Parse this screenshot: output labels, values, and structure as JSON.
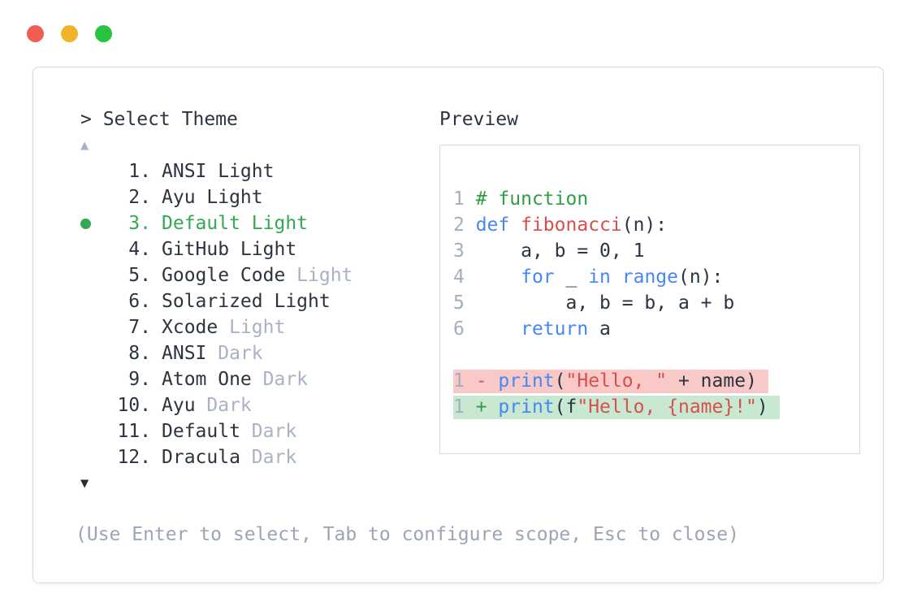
{
  "window": {
    "traffic_lights": [
      {
        "name": "close-button",
        "color": "#f25d52"
      },
      {
        "name": "minimize-button",
        "color": "#f0b429"
      },
      {
        "name": "zoom-button",
        "color": "#27c440"
      }
    ]
  },
  "theme_picker": {
    "prompt": "> Select Theme",
    "scroll_up_icon": "▲",
    "scroll_down_icon": "▼",
    "items": [
      {
        "num": "1.",
        "selected": false,
        "parts": [
          {
            "text": "ANSI Light",
            "style": "normal"
          }
        ]
      },
      {
        "num": "2.",
        "selected": false,
        "parts": [
          {
            "text": "Ayu Light",
            "style": "normal"
          }
        ]
      },
      {
        "num": "3.",
        "selected": true,
        "parts": [
          {
            "text": "Default Light",
            "style": "selected"
          }
        ]
      },
      {
        "num": "4.",
        "selected": false,
        "parts": [
          {
            "text": "GitHub Light",
            "style": "normal"
          }
        ]
      },
      {
        "num": "5.",
        "selected": false,
        "parts": [
          {
            "text": "Google Code ",
            "style": "normal"
          },
          {
            "text": "Light",
            "style": "muted"
          }
        ]
      },
      {
        "num": "6.",
        "selected": false,
        "parts": [
          {
            "text": "Solarized Light",
            "style": "normal"
          }
        ]
      },
      {
        "num": "7.",
        "selected": false,
        "parts": [
          {
            "text": "Xcode ",
            "style": "normal"
          },
          {
            "text": "Light",
            "style": "muted"
          }
        ]
      },
      {
        "num": "8.",
        "selected": false,
        "parts": [
          {
            "text": "ANSI ",
            "style": "normal"
          },
          {
            "text": "Dark",
            "style": "muted"
          }
        ]
      },
      {
        "num": "9.",
        "selected": false,
        "parts": [
          {
            "text": "Atom One ",
            "style": "normal"
          },
          {
            "text": "Dark",
            "style": "muted"
          }
        ]
      },
      {
        "num": "10.",
        "selected": false,
        "parts": [
          {
            "text": "Ayu ",
            "style": "normal"
          },
          {
            "text": "Dark",
            "style": "muted"
          }
        ]
      },
      {
        "num": "11.",
        "selected": false,
        "parts": [
          {
            "text": "Default ",
            "style": "normal"
          },
          {
            "text": "Dark",
            "style": "muted"
          }
        ]
      },
      {
        "num": "12.",
        "selected": false,
        "parts": [
          {
            "text": "Dracula ",
            "style": "normal"
          },
          {
            "text": "Dark",
            "style": "muted"
          }
        ]
      }
    ],
    "hint": "(Use Enter to select, Tab to configure scope, Esc to close)"
  },
  "preview": {
    "title": "Preview",
    "code_lines": [
      {
        "num": "1",
        "tokens": [
          [
            "# function",
            "comment"
          ]
        ]
      },
      {
        "num": "2",
        "tokens": [
          [
            "def",
            "keyword"
          ],
          [
            " ",
            "plain"
          ],
          [
            "fibonacci",
            "func"
          ],
          [
            "(n):",
            "plain"
          ]
        ]
      },
      {
        "num": "3",
        "tokens": [
          [
            "    a, b = 0, 1",
            "plain"
          ]
        ]
      },
      {
        "num": "4",
        "tokens": [
          [
            "    ",
            "plain"
          ],
          [
            "for",
            "keyword"
          ],
          [
            " _ ",
            "plain"
          ],
          [
            "in",
            "keyword"
          ],
          [
            " ",
            "plain"
          ],
          [
            "range",
            "keyword"
          ],
          [
            "(n):",
            "plain"
          ]
        ]
      },
      {
        "num": "5",
        "tokens": [
          [
            "        a, b = b, a + b",
            "plain"
          ]
        ]
      },
      {
        "num": "6",
        "tokens": [
          [
            "    ",
            "plain"
          ],
          [
            "return",
            "keyword"
          ],
          [
            " a",
            "plain"
          ]
        ]
      }
    ],
    "diff_lines": [
      {
        "num": "1",
        "sign": "-",
        "kind": "removed",
        "tokens": [
          [
            "print",
            "keyword"
          ],
          [
            "(",
            "plain"
          ],
          [
            "\"Hello, \"",
            "string"
          ],
          [
            " + name)",
            "plain"
          ]
        ]
      },
      {
        "num": "1",
        "sign": "+",
        "kind": "added",
        "tokens": [
          [
            "print",
            "keyword"
          ],
          [
            "(f",
            "plain"
          ],
          [
            "\"Hello, {name}!\"",
            "string"
          ],
          [
            ")",
            "plain"
          ]
        ]
      }
    ]
  },
  "colors": {
    "text_dark": "#2b3440",
    "text_muted": "#a9b2c4",
    "hint_gray": "#9aa5b5",
    "line_number_gray": "#a3adbd",
    "selected_green": "#34a853",
    "panel_border": "#d6dbe3",
    "syntax": {
      "keyword": "#4587f4",
      "function": "#d6504d",
      "string": "#d6504d",
      "comment": "#2f9e44"
    },
    "diff": {
      "removed_bg": "#f9c9c7",
      "added_bg": "#c8e8d2",
      "minus_sign": "#d9534f",
      "plus_sign": "#2f9e44"
    },
    "traffic_lights": {
      "red": "#f25d52",
      "yellow": "#f0b429",
      "green": "#27c440"
    }
  }
}
